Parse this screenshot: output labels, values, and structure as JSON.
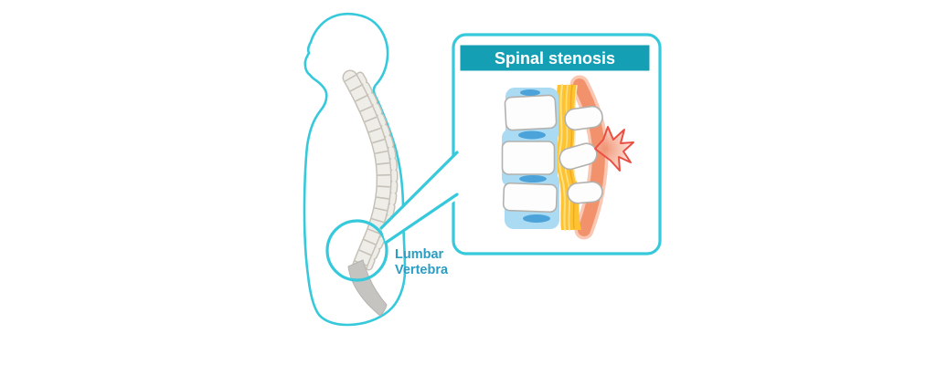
{
  "figure": {
    "callout_title": "Spinal stenosis",
    "body_label_line1": "Lumbar",
    "body_label_line2": "Vertebra"
  },
  "colors": {
    "teal_outline": "#36c9db",
    "banner_teal": "#149fb4",
    "title_text": "#ffffff",
    "label_text": "#2b9dc2",
    "bone_fill": "#fdfdfd",
    "bone_outline": "#b3b1ad",
    "disc_light_blue": "#abdaf3",
    "disc_dark_blue": "#4ba3d9",
    "ligament_yellow": "#fdc330",
    "ligament_yellow_light": "#ffe189",
    "ligament_yellow_dark": "#f5a623",
    "nerve_orange": "#f2926d",
    "nerve_orange_light": "#f9c7b2",
    "pain_red": "#e95043",
    "pain_fill": "#f0906f",
    "spine_gray_fill": "#efede8",
    "spine_gray_outline": "#c6c1b7",
    "sacrum_gray": "#c6c4c1"
  }
}
